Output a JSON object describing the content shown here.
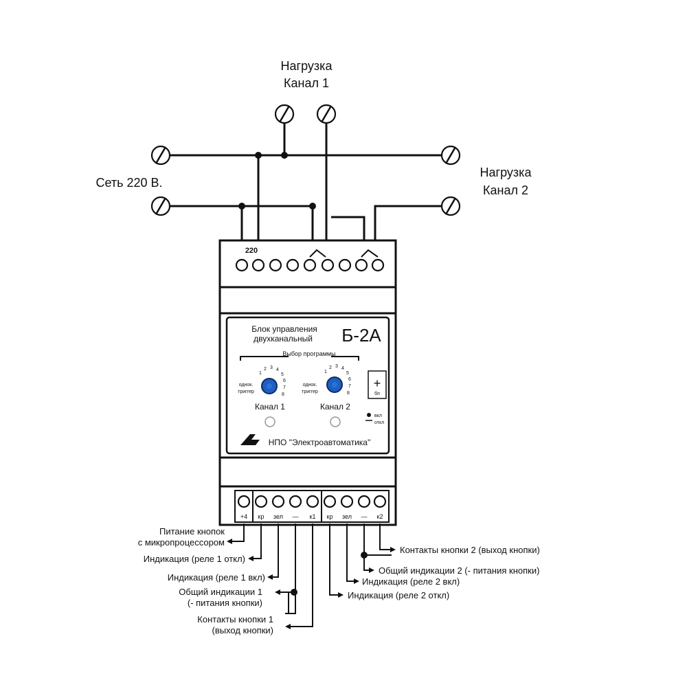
{
  "labels": {
    "load_ch1_line1": "Нагрузка",
    "load_ch1_line2": "Канал 1",
    "load_ch2_line1": "Нагрузка",
    "load_ch2_line2": "Канал 2",
    "mains": "Сеть 220 В."
  },
  "device": {
    "top_voltage": "220",
    "name_line1": "Блок управления",
    "name_line2": "двухканальный",
    "model": "Б-2А",
    "program_select": "Выбор программы",
    "knob_left_text1": "однок.",
    "knob_left_text2": "триггер",
    "knob_ticks": [
      "1",
      "2",
      "3",
      "4",
      "5",
      "6",
      "7",
      "8"
    ],
    "channel1": "Канал 1",
    "channel2": "Канал 2",
    "plus_label": "+",
    "plus_sub": "бп",
    "mode1": "вкл",
    "mode2": "откл",
    "manufacturer": "НПО \"Электроавтоматика\""
  },
  "bottom_terminals": [
    "+4",
    "кр",
    "зел",
    "—",
    "к1",
    "кр",
    "зел",
    "—",
    "к2"
  ],
  "notes": {
    "button_power_line1": "Питание кнопок",
    "button_power_line2": "с микропроцессором",
    "ind_relay1_off": "Индикация (реле 1 откл)",
    "ind_relay1_on": "Индикация (реле 1 вкл)",
    "common1_line1": "Общий индикации 1",
    "common1_line2": "(- питания кнопки)",
    "contacts1_line1": "Контакты кнопки 1",
    "contacts1_line2": "(выход кнопки)",
    "contacts2": "Контакты кнопки 2 (выход кнопки)",
    "common2": "Общий индикации 2 (- питания кнопки)",
    "ind_relay2_on": "Индикация (реле 2 вкл)",
    "ind_relay2_off": "Индикация (реле 2 откл)"
  }
}
